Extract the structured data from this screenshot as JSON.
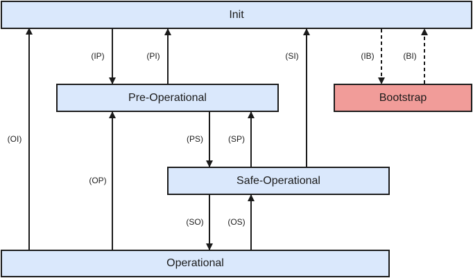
{
  "states": {
    "init": "Init",
    "pre_operational": "Pre-Operational",
    "bootstrap": "Bootstrap",
    "safe_operational": "Safe-Operational",
    "operational": "Operational"
  },
  "transitions": {
    "oi": "(OI)",
    "ip": "(IP)",
    "pi": "(PI)",
    "si": "(SI)",
    "ib": "(IB)",
    "bi": "(BI)",
    "op": "(OP)",
    "ps": "(PS)",
    "sp": "(SP)",
    "so": "(SO)",
    "os": "(OS)"
  },
  "colors": {
    "state_fill": "#dae8fc",
    "bootstrap_fill": "#f19c99",
    "stroke": "#1a1a1a"
  }
}
